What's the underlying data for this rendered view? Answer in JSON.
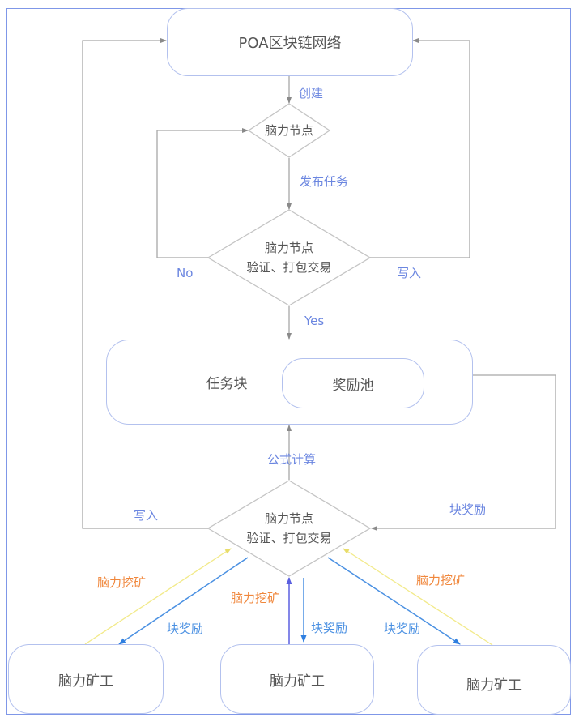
{
  "diagram": {
    "title_node": "POA区块链网络",
    "brain_node": "脑力节点",
    "verify_node_1": {
      "line1": "脑力节点",
      "line2": "验证、打包交易"
    },
    "task_block": "任务块",
    "reward_pool": "奖励池",
    "verify_node_2": {
      "line1": "脑力节点",
      "line2": "验证、打包交易"
    },
    "miners": [
      "脑力矿工",
      "脑力矿工",
      "脑力矿工"
    ],
    "edge_labels": {
      "create": "创建",
      "publish_task": "发布任务",
      "no": "No",
      "write_top": "写入",
      "yes": "Yes",
      "formula": "公式计算",
      "write_bottom": "写入",
      "block_reward_right": "块奖励",
      "mining_left": "脑力挖矿",
      "mining_middle": "脑力挖矿",
      "mining_right": "脑力挖矿",
      "reward_left": "块奖励",
      "reward_middle": "块奖励",
      "reward_right": "块奖励"
    },
    "colors": {
      "frame": "#7f97e8",
      "box_border": "#b3c1ee",
      "connector": "#a8a8a8",
      "label_blue": "#6b86e0",
      "reward_arrow": "#4a90e2",
      "mining_line": "#f2ea8a",
      "mining_label": "#f0873c",
      "mining_arrow_middle": "#6a6ee6"
    }
  }
}
